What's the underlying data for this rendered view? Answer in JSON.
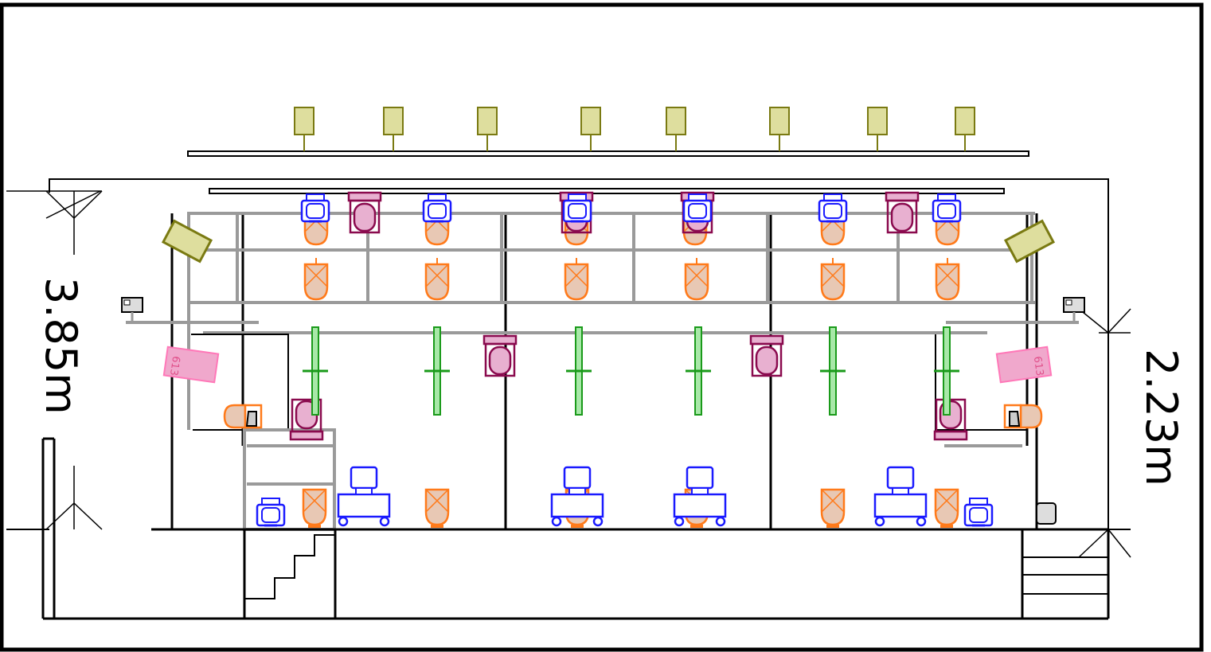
{
  "drawing": {
    "left_dimension": "3.85m",
    "right_dimension": "2.23m",
    "gobo_label": "613"
  },
  "colors": {
    "frame": "#000000",
    "pipe": "#9a9a9a",
    "flood": "#dede9e",
    "flood_edge": "#7a7a12",
    "spot_fill": "#e8c8b4",
    "spot_edge": "#ff7a1a",
    "moving_fill": "#e8b0d0",
    "moving_edge": "#8a0a4e",
    "wash_edge": "#1a1aff",
    "led_bar": "#a8e8a8",
    "led_edge": "#1a9a1a",
    "gobo_fill": "#f0a8cc",
    "gobo_edge": "#ff78b8"
  },
  "icons": [
    "flood-light-icon",
    "profile-spot-icon",
    "moving-head-icon",
    "wash-light-icon",
    "led-bar-icon",
    "projector-icon",
    "gobo-panel-icon",
    "monitor-cart-icon",
    "follow-spot-icon",
    "staircase-icon"
  ]
}
